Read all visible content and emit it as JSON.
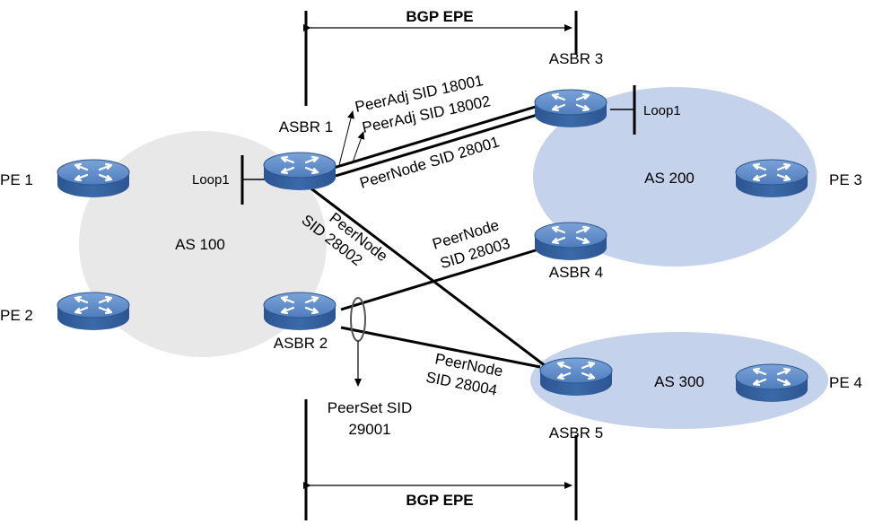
{
  "banner": {
    "top": "BGP EPE",
    "bottom": "BGP EPE"
  },
  "as_regions": {
    "as100": "AS 100",
    "as200": "AS 200",
    "as300": "AS 300"
  },
  "routers": {
    "pe1": "PE 1",
    "pe2": "PE 2",
    "pe3": "PE 3",
    "pe4": "PE 4",
    "asbr1": "ASBR 1",
    "asbr2": "ASBR 2",
    "asbr3": "ASBR 3",
    "asbr4": "ASBR 4",
    "asbr5": "ASBR 5"
  },
  "loopbacks": {
    "asbr1": "Loop1",
    "asbr3": "Loop1"
  },
  "sids": {
    "peer_adj_1": "PeerAdj SID 18001",
    "peer_adj_2": "PeerAdj SID 18002",
    "peer_node_28001": "PeerNode SID 28001",
    "peer_node_28002_line1": "PeerNode",
    "peer_node_28002_line2": "SID 28002",
    "peer_node_28003_line1": "PeerNode",
    "peer_node_28003_line2": "SID 28003",
    "peer_node_28004_line1": "PeerNode",
    "peer_node_28004_line2": "SID 28004",
    "peer_set_line1": "PeerSet SID",
    "peer_set_line2": "29001"
  },
  "colors": {
    "as100_fill": "#e8e8e8",
    "as200_fill": "#c4d2eb",
    "as300_fill": "#c4d2eb",
    "router_body": "#3b6aa8",
    "router_top": "#5b87c4",
    "link": "#000000"
  }
}
